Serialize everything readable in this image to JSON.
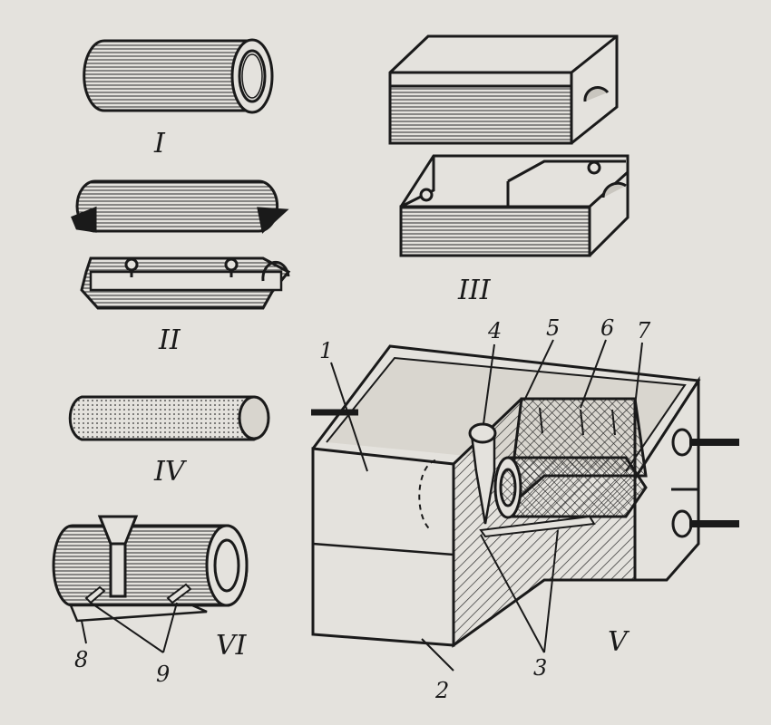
{
  "figures": {
    "fig_1": {
      "label": "I"
    },
    "fig_2": {
      "label": "II"
    },
    "fig_3": {
      "label": "III"
    },
    "fig_4": {
      "label": "IV"
    },
    "fig_5": {
      "label": "V"
    },
    "fig_6": {
      "label": "VI"
    }
  },
  "callouts": {
    "c1": "1",
    "c2": "2",
    "c3": "3",
    "c4": "4",
    "c5": "5",
    "c6": "6",
    "c7": "7",
    "c8": "8",
    "c9": "9"
  },
  "colors": {
    "paper": "#e4e2dd",
    "ink": "#1a1a1a",
    "hatch": "#3a3a3a"
  },
  "icons": [
    "sleeve-bushing",
    "split-mold-halves",
    "cylinder-casting",
    "box-mold-cross-section",
    "mold-with-sprue"
  ]
}
